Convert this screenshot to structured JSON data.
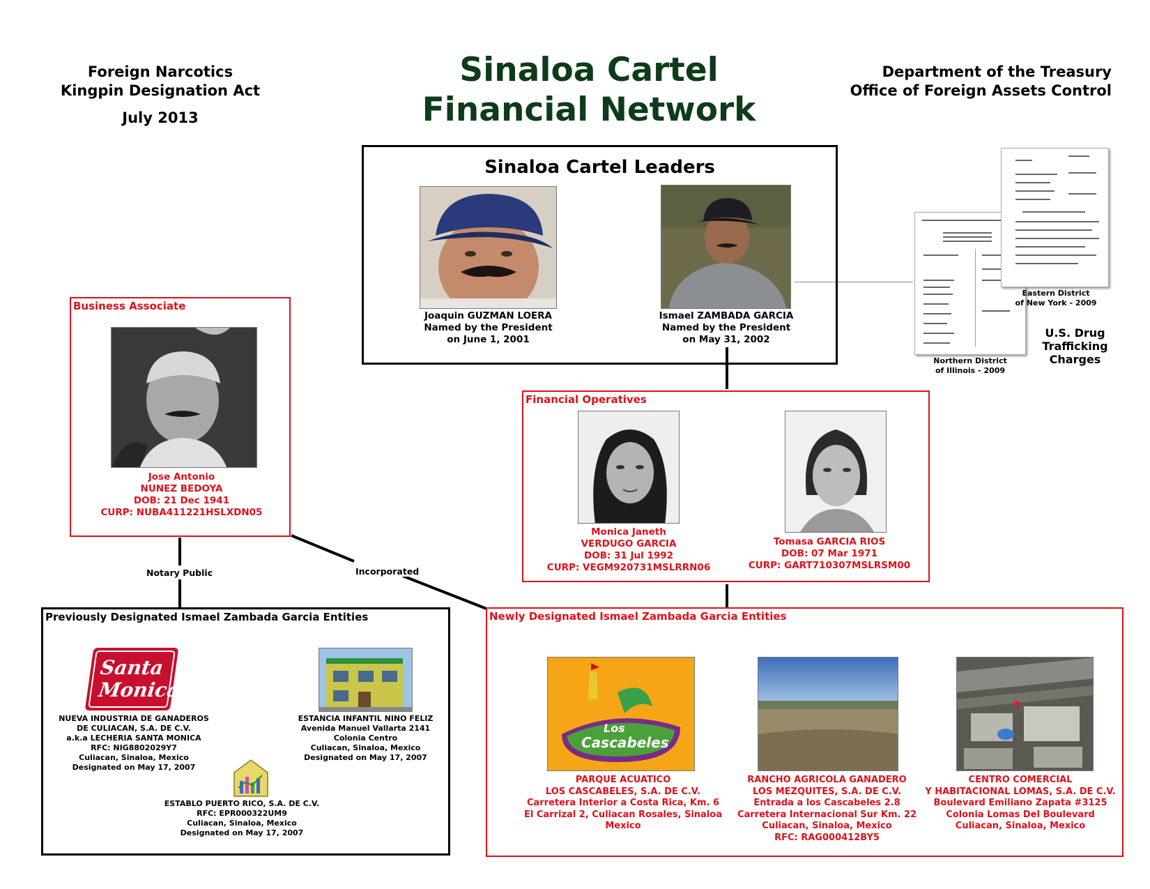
{
  "header": {
    "left_line1": "Foreign Narcotics",
    "left_line2": "Kingpin Designation Act",
    "date": "July 2013",
    "title_line1": "Sinaloa Cartel",
    "title_line2": "Financial Network",
    "right_line1": "Department of the Treasury",
    "right_line2": "Office of Foreign Assets Control"
  },
  "leaders": {
    "heading": "Sinaloa Cartel Leaders",
    "people": [
      {
        "name": "Joaquin GUZMAN LOERA",
        "line2": "Named by the President",
        "line3": "on June 1, 2001"
      },
      {
        "name": "Ismael ZAMBADA GARCIA",
        "line2": "Named by the President",
        "line3": "on May 31, 2002"
      }
    ]
  },
  "charges": {
    "doc1_caption_line1": "Northern District",
    "doc1_caption_line2": "of Illinois - 2009",
    "doc2_caption_line1": "Eastern District",
    "doc2_caption_line2": "of New York - 2009",
    "label_line1": "U.S. Drug",
    "label_line2": "Trafficking",
    "label_line3": "Charges"
  },
  "business_associate": {
    "heading": "Business Associate",
    "line1": "Jose Antonio",
    "line2": "NUNEZ BEDOYA",
    "line3": "DOB: 21 Dec 1941",
    "line4": "CURP: NUBA411221HSLXDN05"
  },
  "financial_operatives": {
    "heading": "Financial Operatives",
    "people": [
      {
        "line1": "Monica Janeth",
        "line2": "VERDUGO GARCIA",
        "line3": "DOB: 31 Jul 1992",
        "line4": "CURP: VEGM920731MSLRRN06"
      },
      {
        "line1": "Tomasa GARCIA RIOS",
        "line2": "DOB: 07 Mar 1971",
        "line3": "CURP: GART710307MSLRSM00"
      }
    ]
  },
  "connectors": {
    "notary": "Notary Public",
    "incorporated": "Incorporated"
  },
  "previous_entities": {
    "heading": "Previously Designated Ismael Zambada Garcia Entities",
    "logo_text_1": "Santa",
    "logo_text_2": "Monica",
    "entities": [
      {
        "line1": "NUEVA INDUSTRIA DE GANADEROS",
        "line2": "DE CULIACAN, S.A. DE C.V.",
        "line3": "a.k.a LECHERIA SANTA MONICA",
        "line4": "RFC: NIG8802029Y7",
        "line5": "Culiacan, Sinaloa, Mexico",
        "line6": "Designated on May 17, 2007"
      },
      {
        "line1": "ESTANCIA INFANTIL NINO FELIZ",
        "line2": "Avenida Manuel Vallarta 2141",
        "line3": "Colonia Centro",
        "line4": "Culiacan, Sinaloa, Mexico",
        "line5": "Designated on May 17, 2007"
      },
      {
        "line1": "ESTABLO PUERTO RICO, S.A. DE C.V.",
        "line2": "RFC: EPR000322UM9",
        "line3": "Culiacan, Sinaloa, Mexico",
        "line4": "Designated on May 17, 2007"
      }
    ]
  },
  "new_entities": {
    "heading": "Newly Designated Ismael Zambada Garcia Entities",
    "logo_text_1": "Los",
    "logo_text_2": "Cascabeles",
    "entities": [
      {
        "line1": "PARQUE ACUATICO",
        "line2": "LOS CASCABELES, S.A. DE C.V.",
        "line3": "Carretera Interior a Costa Rica, Km. 6",
        "line4": "El Carrizal 2, Culiacan Rosales, Sinaloa",
        "line5": "Mexico"
      },
      {
        "line1": "RANCHO AGRICOLA GANADERO",
        "line2": "LOS MEZQUITES, S.A. DE C.V.",
        "line3": "Entrada a los Cascabeles 2.8",
        "line4": "Carretera Internacional Sur Km. 22",
        "line5": "Culiacan, Sinaloa, Mexico",
        "line6": "RFC: RAG000412BY5"
      },
      {
        "line1": "CENTRO COMERCIAL",
        "line2": "Y HABITACIONAL LOMAS, S.A. DE C.V.",
        "line3": "Boulevard Emiliano Zapata #3125",
        "line4": "Colonia Lomas Del Boulevard",
        "line5": "Culiacan, Sinaloa, Mexico"
      }
    ]
  }
}
